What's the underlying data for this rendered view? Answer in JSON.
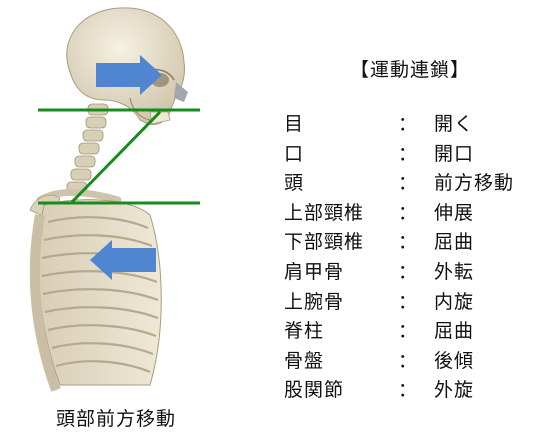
{
  "figure": {
    "caption": "頭部前方移動",
    "colors": {
      "bone": "#e8e0cc",
      "bone_shadow": "#b9ad94",
      "line_green": "#168c1d",
      "arrow_blue": "#4f86cf"
    }
  },
  "chain": {
    "title": "【運動連鎖】",
    "rows": [
      {
        "part": "目",
        "colon": "：",
        "motion": "開く"
      },
      {
        "part": "口",
        "colon": "：",
        "motion": "開口"
      },
      {
        "part": "頭",
        "colon": "：",
        "motion": "前方移動"
      },
      {
        "part": "上部頸椎",
        "colon": "：",
        "motion": "伸展"
      },
      {
        "part": "下部頸椎",
        "colon": "：",
        "motion": "屈曲"
      },
      {
        "part": "肩甲骨",
        "colon": "：",
        "motion": "外転"
      },
      {
        "part": "上腕骨",
        "colon": "：",
        "motion": "内旋"
      },
      {
        "part": "脊柱",
        "colon": "：",
        "motion": "屈曲"
      },
      {
        "part": "骨盤",
        "colon": "：",
        "motion": "後傾"
      },
      {
        "part": "股関節",
        "colon": "：",
        "motion": "外旋"
      }
    ]
  }
}
